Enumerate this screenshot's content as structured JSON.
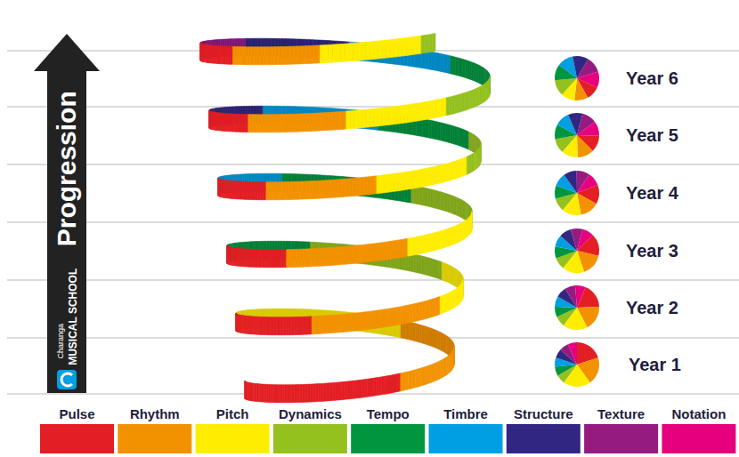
{
  "diagram": {
    "labels": [
      "Progression",
      "Charanga",
      "MUSICAL SCHOOL",
      "Year 6",
      "Year 5",
      "Year 4",
      "Year 3",
      "Year 2",
      "Year 1"
    ],
    "legend": [
      {
        "text": "Pulse",
        "color": "#e31e24"
      },
      {
        "text": "Rhythm",
        "color": "#f39200"
      },
      {
        "text": "Pitch",
        "color": "#ffed00"
      },
      {
        "text": "Dynamics",
        "color": "#95c11f"
      },
      {
        "text": "Tempo",
        "color": "#009640"
      },
      {
        "text": "Timbre",
        "color": "#009fe3"
      },
      {
        "text": "Structure",
        "color": "#312783"
      },
      {
        "text": "Texture",
        "color": "#951b81"
      },
      {
        "text": "Notation",
        "color": "#e6007e"
      }
    ]
  }
}
